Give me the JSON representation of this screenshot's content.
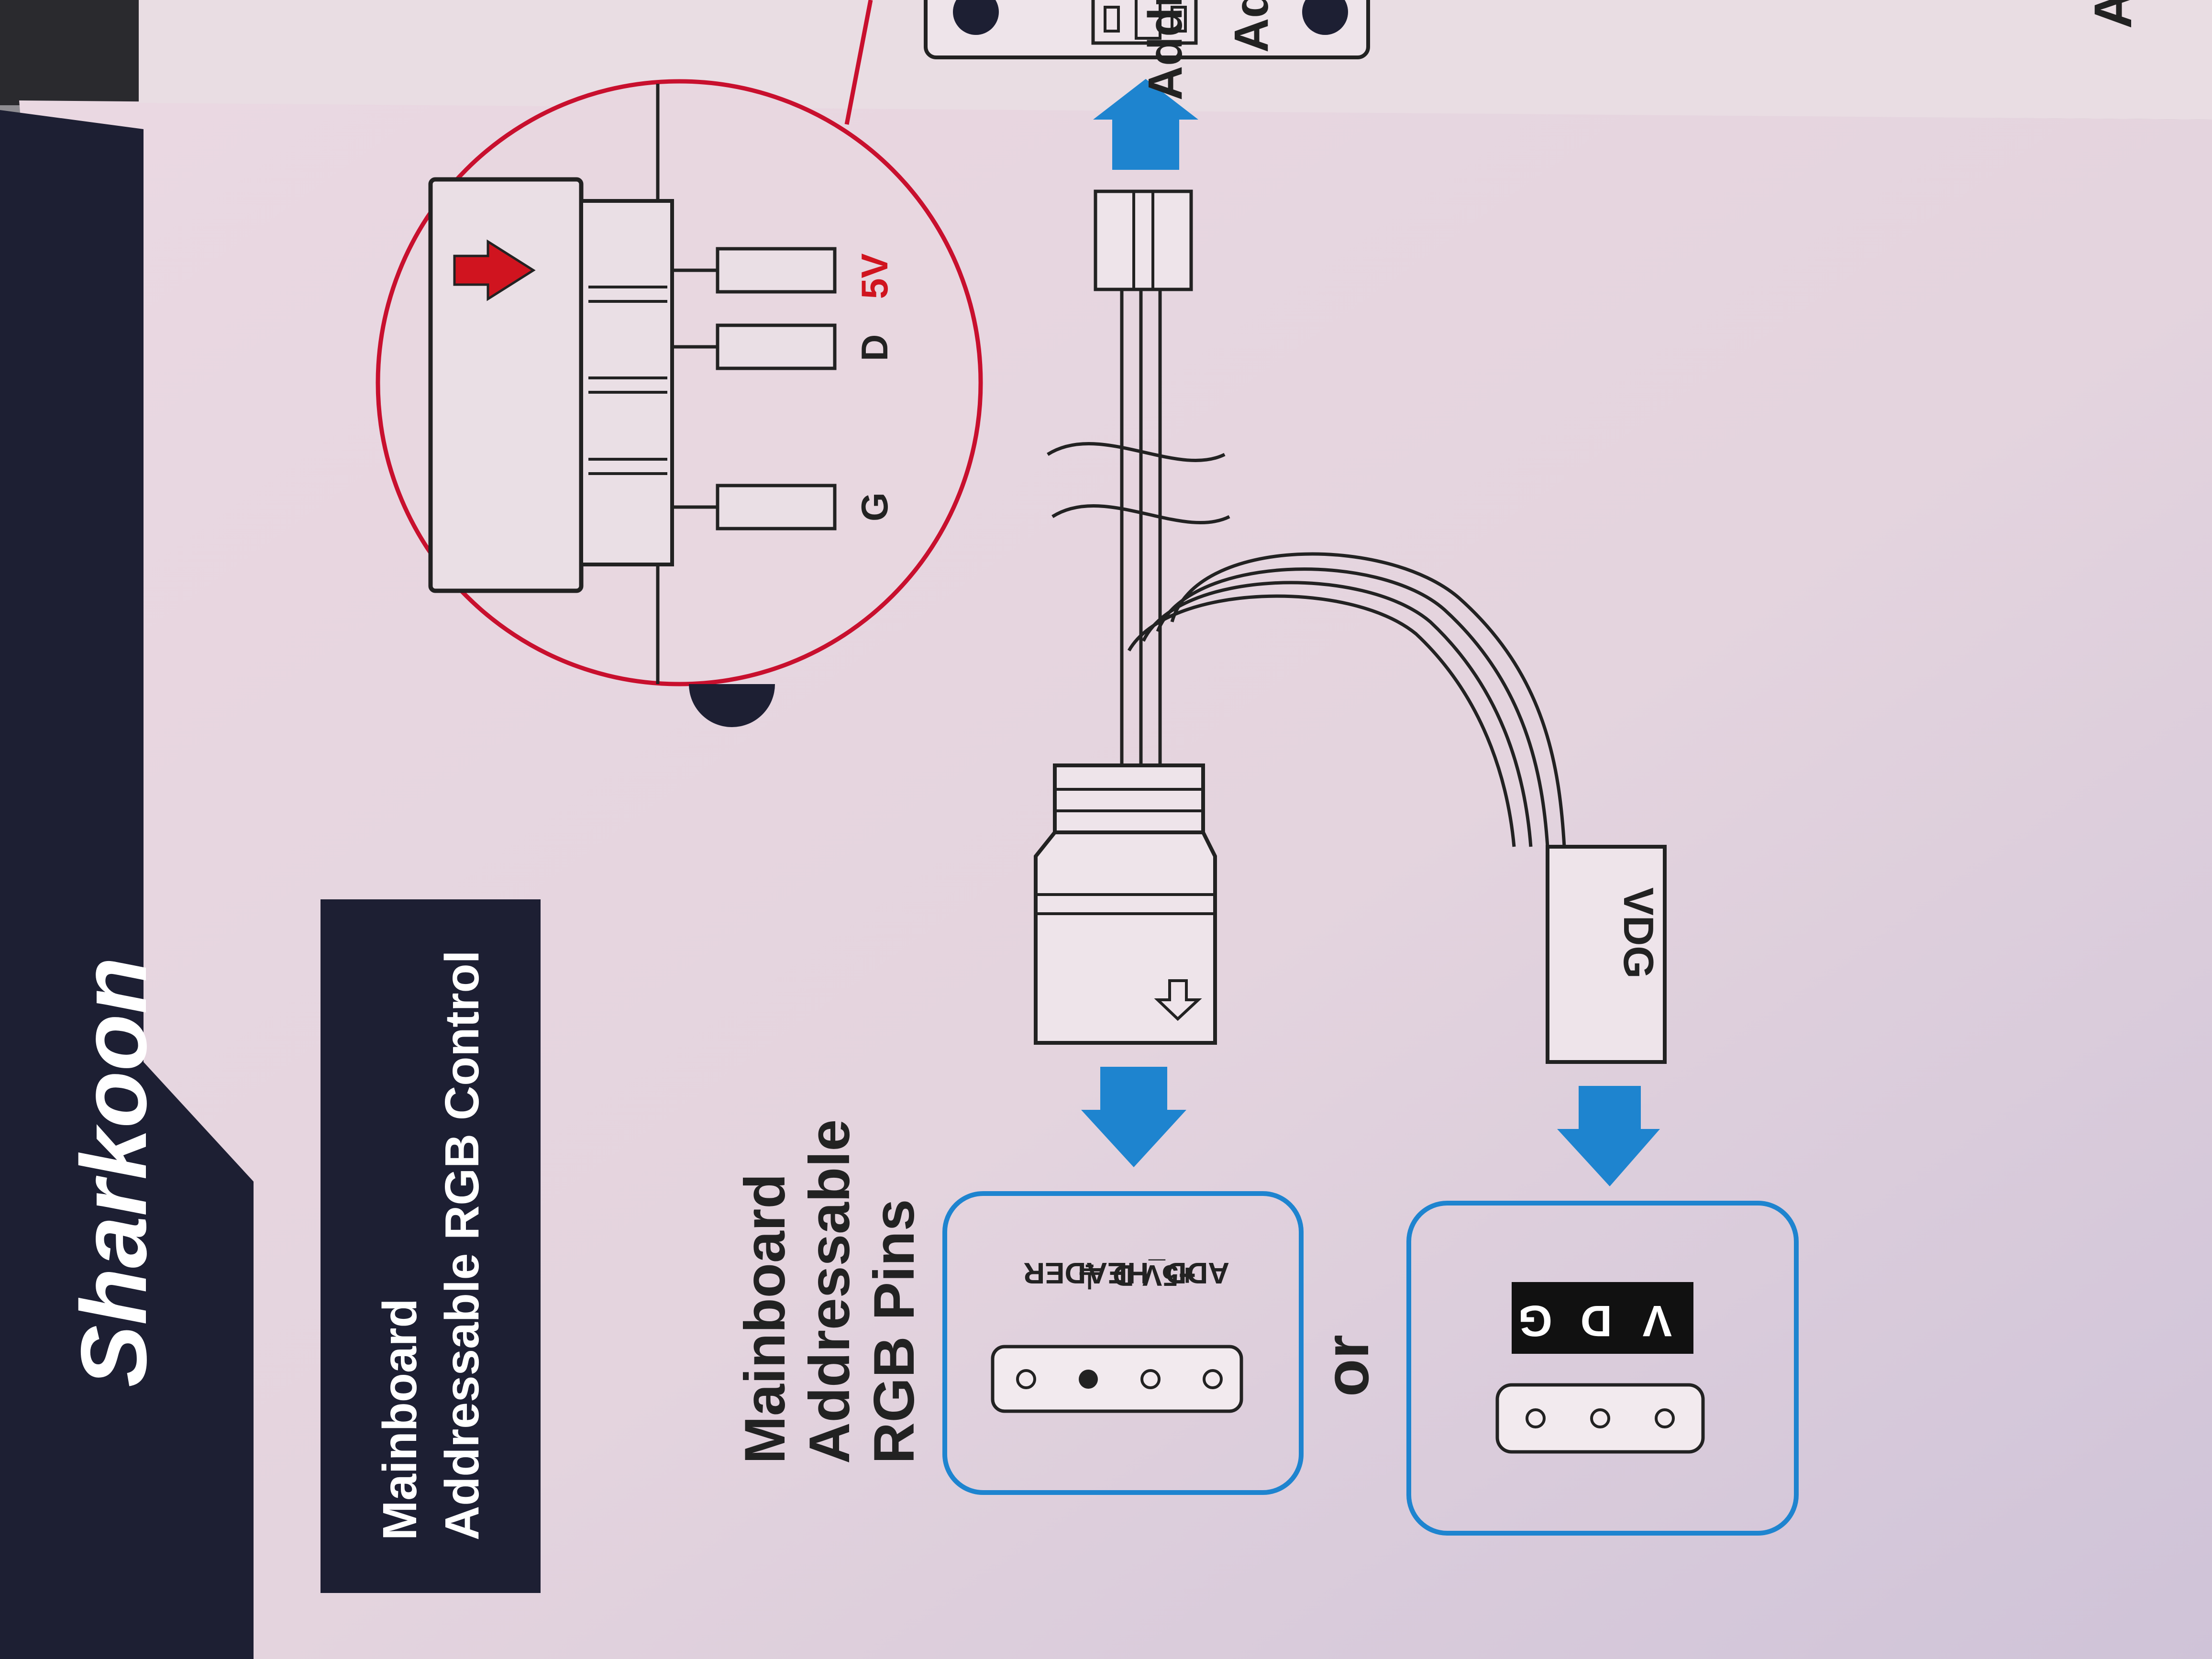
{
  "brand": {
    "logo_text": "Sharkoon"
  },
  "section_badge": {
    "line1": "Mainboard",
    "line2": "Addressable RGB Control"
  },
  "pins_heading": {
    "line1": "Mainboard",
    "line2": "Addressable",
    "line3": "RGB Pins"
  },
  "zoom_callout": {
    "pin_g": "G",
    "pin_d": "D",
    "pin_5v": "5V"
  },
  "cable": {
    "vdg_label": "VDG"
  },
  "header_option_a": {
    "pin_labels": "+5V  D   ⏚",
    "header_name": "ADD_HEADER"
  },
  "or_label": "or",
  "header_option_b": {
    "pin_v": "V",
    "pin_d": "D",
    "pin_g": "G"
  },
  "partial_text": {
    "top_right_a": "Addr",
    "top_right_b": "Ad",
    "far_right": "A"
  },
  "colors": {
    "red": "#c8102e",
    "blue": "#1e84cf",
    "navy": "#1d1f33",
    "paper": "#e6d8e0"
  }
}
